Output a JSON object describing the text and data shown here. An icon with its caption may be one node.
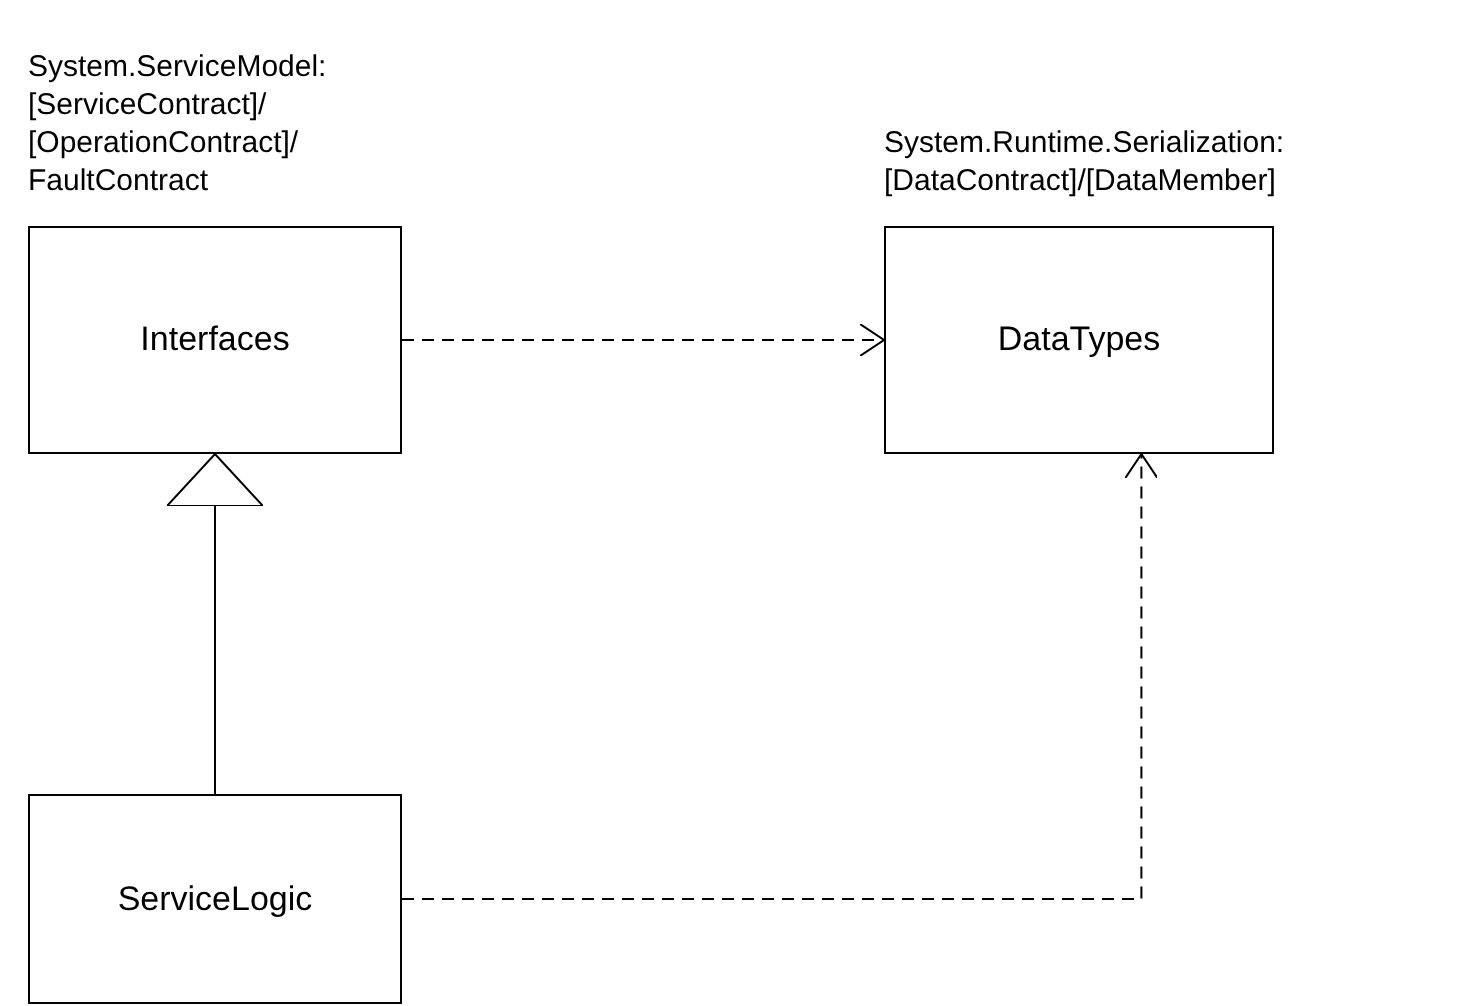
{
  "diagram": {
    "nodes": [
      {
        "text": [
          "System.ServiceModel: [ServiceContract]/ [OperationContract]/ FaultContract",
          "Interfaces"
        ]
      },
      {
        "text": [
          "System.Runtime.Serialization: [DataContract]/[DataMember]",
          "DataTypes"
        ]
      },
      {
        "text": [
          "ServiceLogic"
        ]
      }
    ],
    "edges": [
      {
        "from": 2,
        "to": 0,
        "arrow": "to"
      },
      {
        "from": 0,
        "to": 1,
        "arrow": "to",
        "style": "dashed"
      },
      {
        "from": 2,
        "to": 1,
        "arrow": "to",
        "style": "dashed"
      }
    ]
  }
}
